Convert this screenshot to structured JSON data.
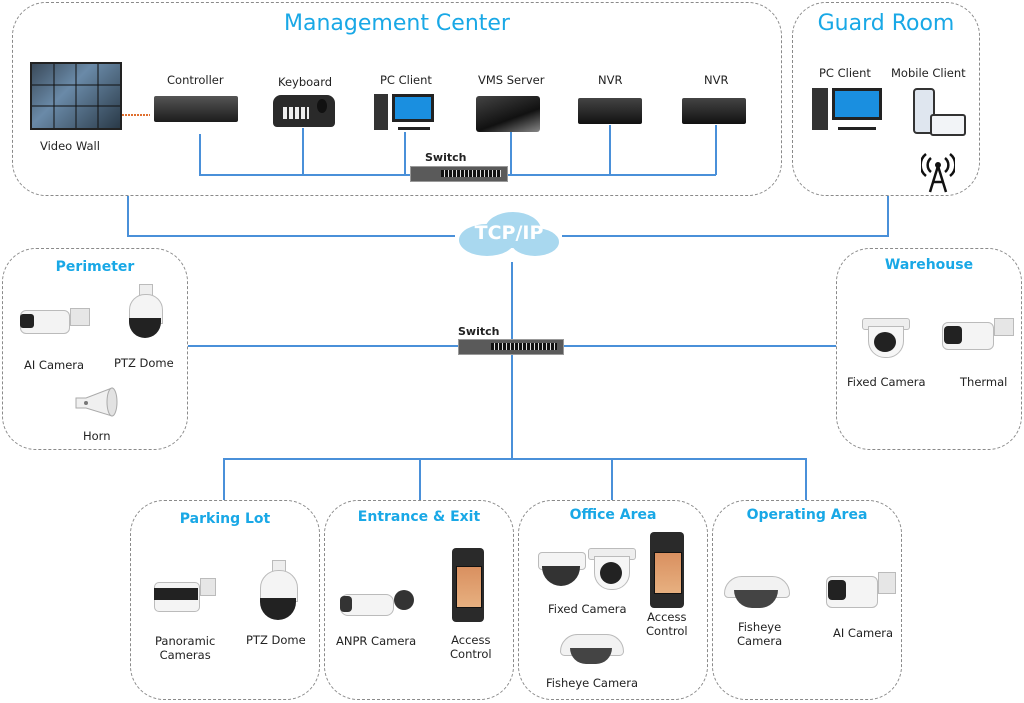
{
  "zones": {
    "management": {
      "title": "Management Center",
      "devices": [
        "Video Wall",
        "Controller",
        "Keyboard",
        "PC Client",
        "VMS Server",
        "NVR",
        "NVR"
      ],
      "switch": "Switch"
    },
    "guard": {
      "title": "Guard Room",
      "devices": [
        "PC Client",
        "Mobile Client"
      ],
      "extra_icon": "radio-tower-icon"
    },
    "network": {
      "cloud": "TCP/IP",
      "switch": "Switch"
    },
    "perimeter": {
      "title": "Perimeter",
      "devices": [
        "AI Camera",
        "PTZ Dome",
        "Horn"
      ]
    },
    "warehouse": {
      "title": "Warehouse",
      "devices": [
        "Fixed Camera",
        "Thermal"
      ]
    },
    "parking": {
      "title": "Parking Lot",
      "devices": [
        "Panoramic\nCameras",
        "PTZ Dome"
      ]
    },
    "entrance": {
      "title": "Entrance & Exit",
      "devices": [
        "ANPR Camera",
        "Access\nControl"
      ]
    },
    "office": {
      "title": "Office Area",
      "devices": [
        "Fixed Camera",
        "Access\nControl",
        "Fisheye Camera"
      ]
    },
    "operating": {
      "title": "Operating Area",
      "devices": [
        "Fisheye\nCamera",
        "AI Camera"
      ]
    }
  },
  "colors": {
    "title_blue": "#19a8e6",
    "wire_blue": "#4a90d9",
    "dashed_border": "#8a8a8a",
    "hdmi_orange": "#e07030"
  }
}
